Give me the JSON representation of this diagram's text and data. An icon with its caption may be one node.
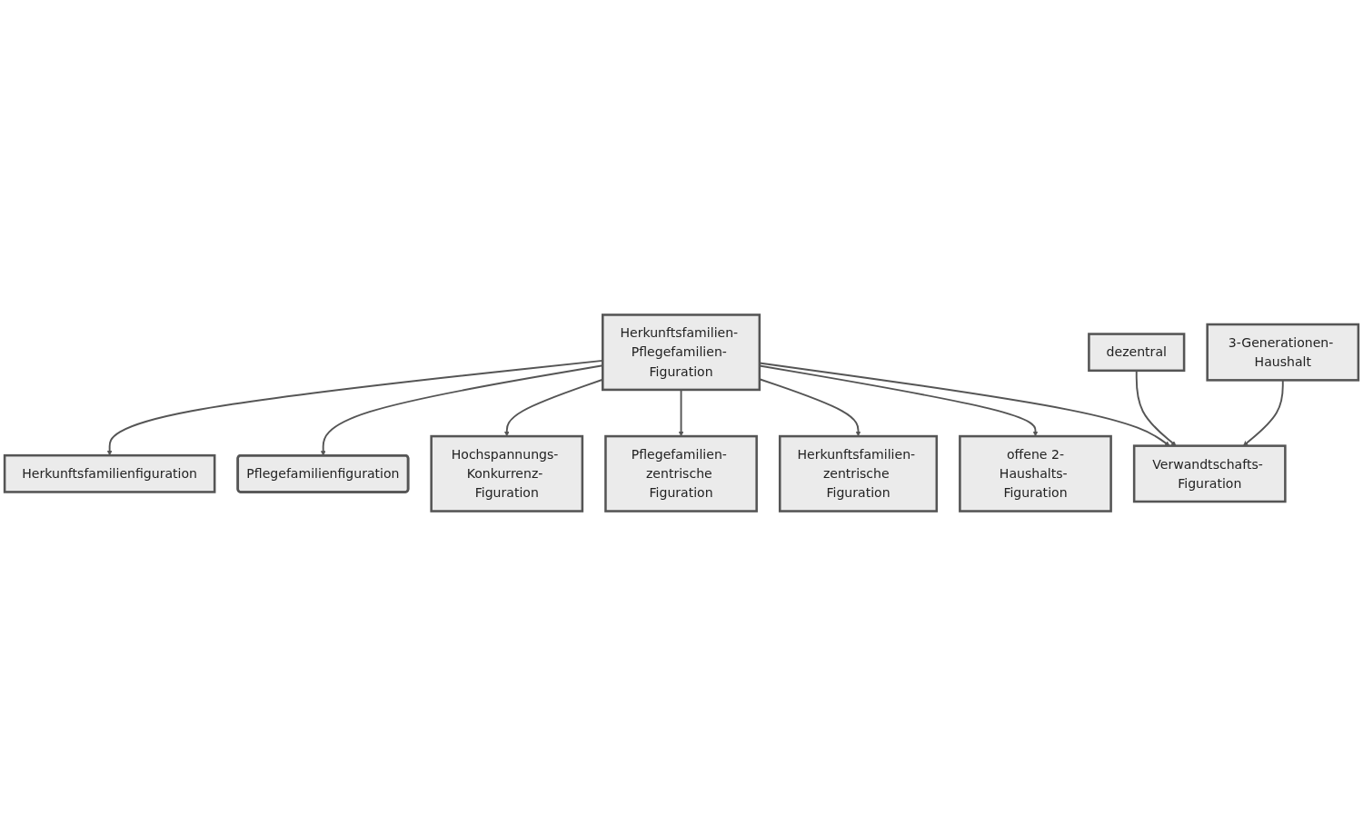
{
  "diagram": {
    "nodes": [
      {
        "text": [
          "Herkunftsfamilienfiguration"
        ]
      },
      {
        "text": [
          "Pflegefamilienfiguration"
        ]
      },
      {
        "text": [
          "Herkunftsfamilien- Pflegefamilien- Figuration"
        ]
      },
      {
        "text": [
          "Hochspannungs- Konkurrenz- Figuration"
        ]
      },
      {
        "text": [
          "Pflegefamilien- zentrische Figuration"
        ]
      },
      {
        "text": [
          "Herkunftsfamilien- zentrische Figuration"
        ]
      },
      {
        "text": [
          "offene 2-Haushalts- Figuration"
        ]
      },
      {
        "text": [
          "Verwandtschafts- Figuration"
        ]
      },
      {
        "text": [
          "dezentral"
        ]
      },
      {
        "text": [
          "3-Generationen- Haushalt"
        ]
      }
    ],
    "edges": [
      {
        "from": 2,
        "to": 0,
        "arrow": "to"
      },
      {
        "from": 2,
        "to": 1,
        "arrow": "to"
      },
      {
        "from": 2,
        "to": 3,
        "arrow": "to"
      },
      {
        "from": 2,
        "to": 4,
        "arrow": "to"
      },
      {
        "from": 2,
        "to": 5,
        "arrow": "to"
      },
      {
        "from": 2,
        "to": 6,
        "arrow": "to"
      },
      {
        "from": 2,
        "to": 7,
        "arrow": "to"
      },
      {
        "from": 8,
        "to": 7,
        "arrow": "to"
      },
      {
        "from": 9,
        "to": 7,
        "arrow": "to"
      }
    ]
  }
}
